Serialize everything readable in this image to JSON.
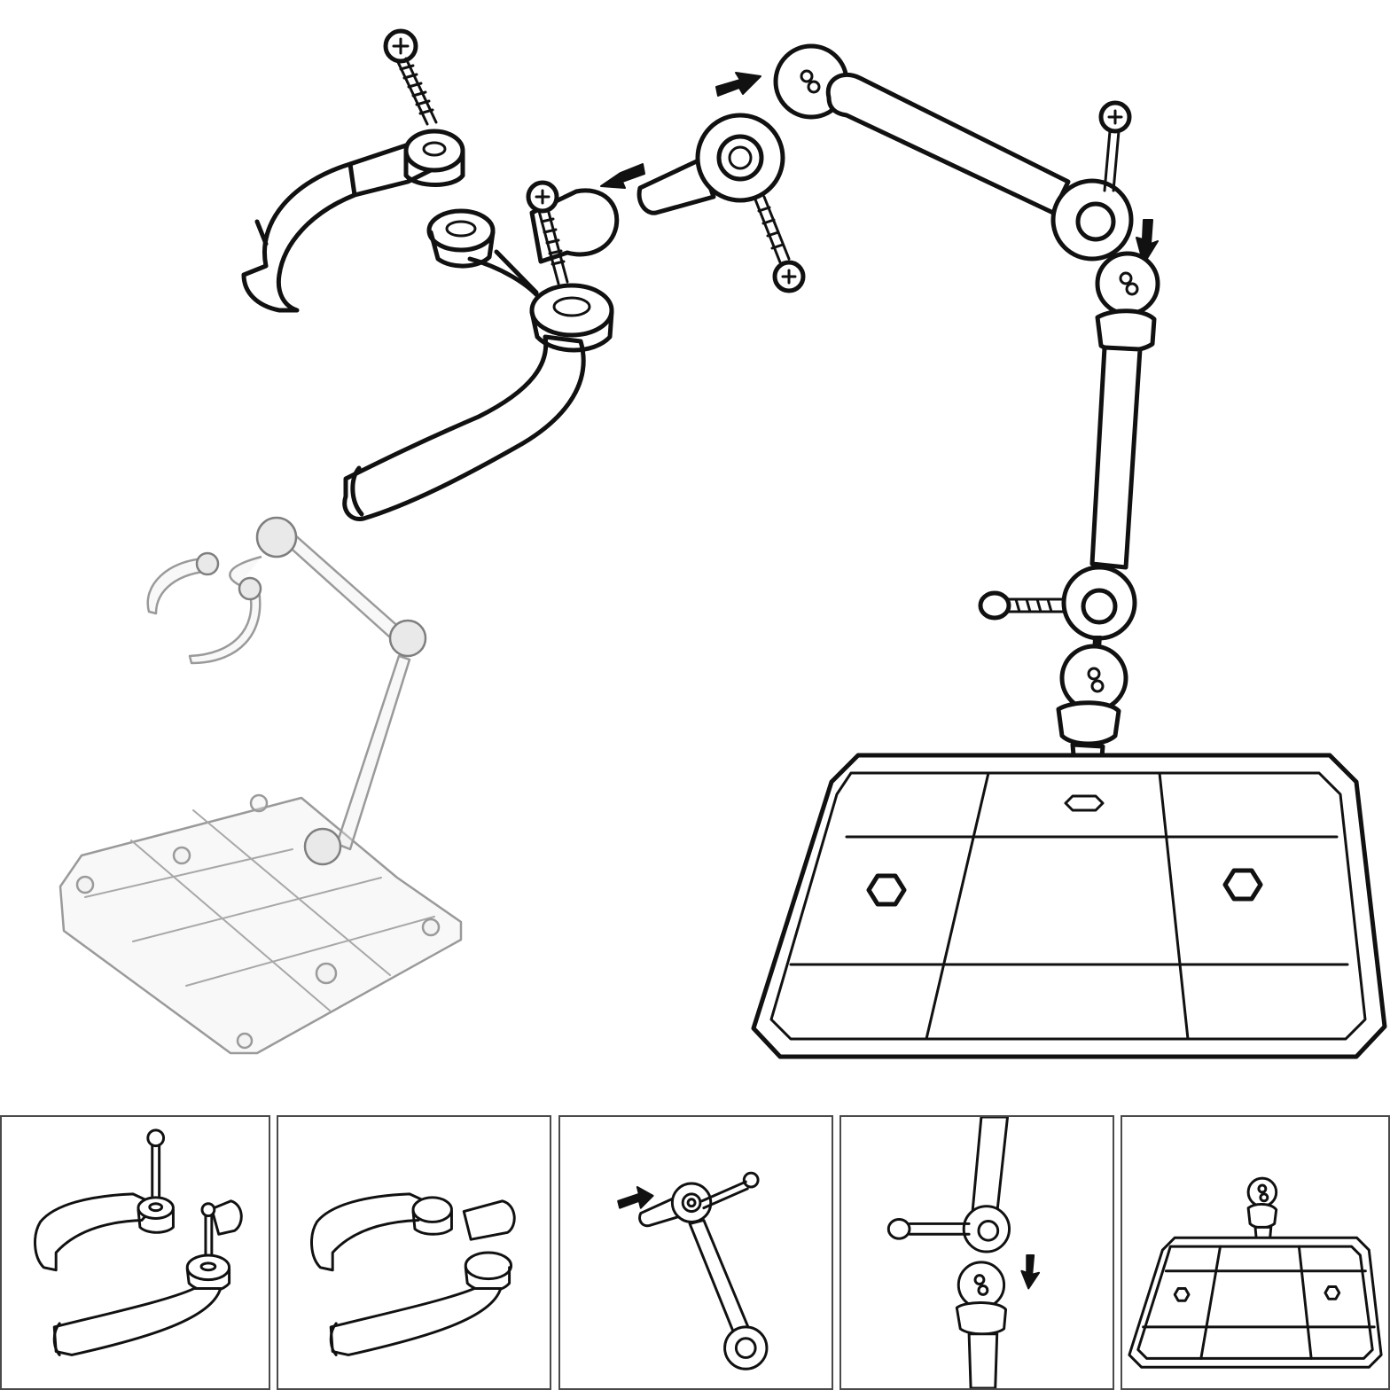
{
  "diagram": {
    "steps": [
      {
        "index": 1,
        "content": "claw-halves-screw"
      },
      {
        "index": 2,
        "content": "claw-assembled"
      },
      {
        "index": 3,
        "content": "arm-joint-insert"
      },
      {
        "index": 4,
        "content": "arm-to-base-joint"
      },
      {
        "index": 5,
        "content": "base-plate-with-post"
      }
    ],
    "colors": {
      "ink": "#111111",
      "panel_border": "#4a4a4a",
      "background": "#ffffff",
      "clear_plastic": "#9a9a9a"
    }
  }
}
